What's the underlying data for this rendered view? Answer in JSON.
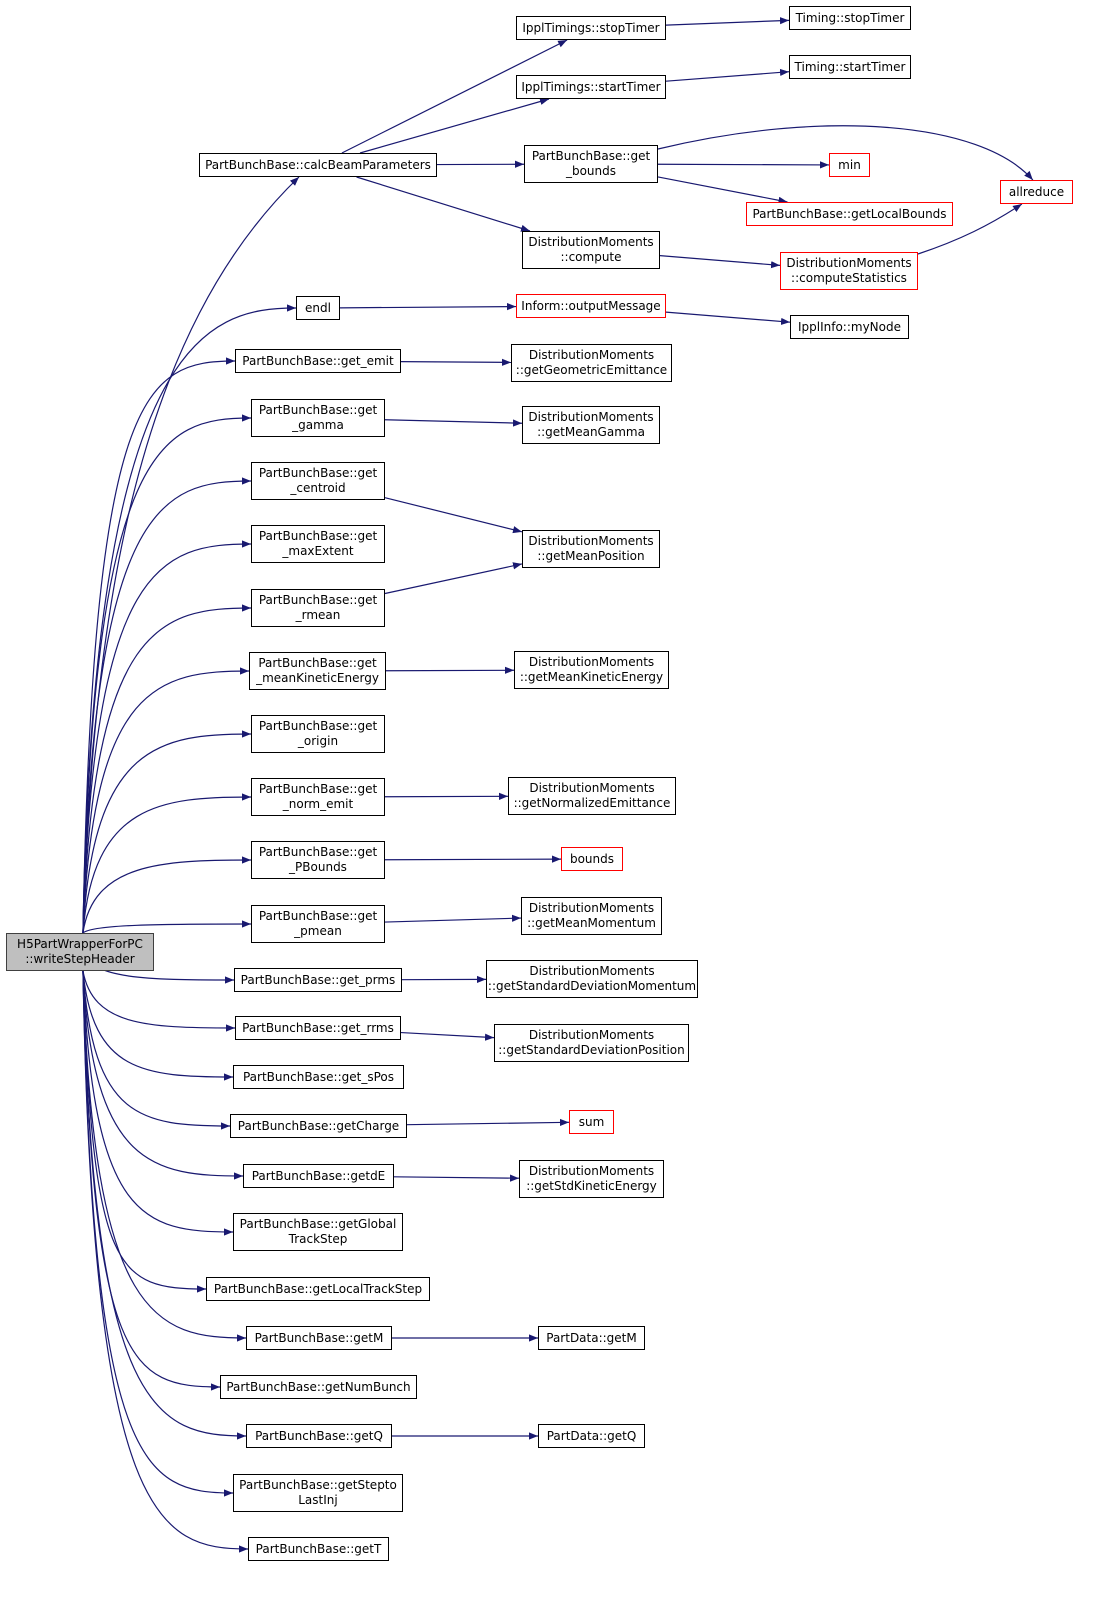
{
  "colors": {
    "edge": "#191970",
    "border": "#000000",
    "truncated_border": "#ff0000",
    "root_fill": "#bfbfbf"
  },
  "nodes": {
    "root": {
      "line1": "H5PartWrapperForPC",
      "line2": "::writeStepHeader"
    },
    "calcBeamParameters": {
      "line1": "PartBunchBase::calcBeamParameters"
    },
    "ipplStopTimer": {
      "line1": "IpplTimings::stopTimer"
    },
    "ipplStartTimer": {
      "line1": "IpplTimings::startTimer"
    },
    "timingStop": {
      "line1": "Timing::stopTimer"
    },
    "timingStart": {
      "line1": "Timing::startTimer"
    },
    "getBounds": {
      "line1": "PartBunchBase::get",
      "line2": "_bounds"
    },
    "min": {
      "line1": "min"
    },
    "allreduce": {
      "line1": "allreduce"
    },
    "getLocalBounds": {
      "line1": "PartBunchBase::getLocalBounds"
    },
    "dmCompute": {
      "line1": "DistributionMoments",
      "line2": "::compute"
    },
    "dmComputeStatistics": {
      "line1": "DistributionMoments",
      "line2": "::computeStatistics"
    },
    "endl": {
      "line1": "endl"
    },
    "outputMessage": {
      "line1": "Inform::outputMessage"
    },
    "myNode": {
      "line1": "IpplInfo::myNode"
    },
    "getEmit": {
      "line1": "PartBunchBase::get_emit"
    },
    "getGeometricEmittance": {
      "line1": "DistributionMoments",
      "line2": "::getGeometricEmittance"
    },
    "getGamma": {
      "line1": "PartBunchBase::get",
      "line2": "_gamma"
    },
    "getMeanGamma": {
      "line1": "DistributionMoments",
      "line2": "::getMeanGamma"
    },
    "getCentroid": {
      "line1": "PartBunchBase::get",
      "line2": "_centroid"
    },
    "getMeanPosition": {
      "line1": "DistributionMoments",
      "line2": "::getMeanPosition"
    },
    "getMaxExtent": {
      "line1": "PartBunchBase::get",
      "line2": "_maxExtent"
    },
    "getRmean": {
      "line1": "PartBunchBase::get",
      "line2": "_rmean"
    },
    "getMeanKineticEnergy": {
      "line1": "PartBunchBase::get",
      "line2": "_meanKineticEnergy"
    },
    "dmGetMeanKineticEnergy": {
      "line1": "DistributionMoments",
      "line2": "::getMeanKineticEnergy"
    },
    "getOrigin": {
      "line1": "PartBunchBase::get",
      "line2": "_origin"
    },
    "getNormEmit": {
      "line1": "PartBunchBase::get",
      "line2": "_norm_emit"
    },
    "getNormalizedEmittance": {
      "line1": "DistributionMoments",
      "line2": "::getNormalizedEmittance"
    },
    "getPBounds": {
      "line1": "PartBunchBase::get",
      "line2": "_PBounds"
    },
    "bounds": {
      "line1": "bounds"
    },
    "getPmean": {
      "line1": "PartBunchBase::get",
      "line2": "_pmean"
    },
    "getMeanMomentum": {
      "line1": "DistributionMoments",
      "line2": "::getMeanMomentum"
    },
    "getPrms": {
      "line1": "PartBunchBase::get_prms"
    },
    "getStdDevMomentum": {
      "line1": "DistributionMoments",
      "line2": "::getStandardDeviationMomentum"
    },
    "getRrms": {
      "line1": "PartBunchBase::get_rrms"
    },
    "getStdDevPosition": {
      "line1": "DistributionMoments",
      "line2": "::getStandardDeviationPosition"
    },
    "getSPos": {
      "line1": "PartBunchBase::get_sPos"
    },
    "getCharge": {
      "line1": "PartBunchBase::getCharge"
    },
    "sum": {
      "line1": "sum"
    },
    "getdE": {
      "line1": "PartBunchBase::getdE"
    },
    "getStdKineticEnergy": {
      "line1": "DistributionMoments",
      "line2": "::getStdKineticEnergy"
    },
    "getGlobalTrackStep": {
      "line1": "PartBunchBase::getGlobal",
      "line2": "TrackStep"
    },
    "getLocalTrackStep": {
      "line1": "PartBunchBase::getLocalTrackStep"
    },
    "getM": {
      "line1": "PartBunchBase::getM"
    },
    "partDataGetM": {
      "line1": "PartData::getM"
    },
    "getNumBunch": {
      "line1": "PartBunchBase::getNumBunch"
    },
    "getQ": {
      "line1": "PartBunchBase::getQ"
    },
    "partDataGetQ": {
      "line1": "PartData::getQ"
    },
    "getSteptoLastInj": {
      "line1": "PartBunchBase::getStepto",
      "line2": "LastInj"
    },
    "getT": {
      "line1": "PartBunchBase::getT"
    }
  },
  "edges": [
    [
      "root",
      "calcBeamParameters"
    ],
    [
      "root",
      "endl"
    ],
    [
      "root",
      "getEmit"
    ],
    [
      "root",
      "getGamma"
    ],
    [
      "root",
      "getCentroid"
    ],
    [
      "root",
      "getMaxExtent"
    ],
    [
      "root",
      "getRmean"
    ],
    [
      "root",
      "getMeanKineticEnergy"
    ],
    [
      "root",
      "getOrigin"
    ],
    [
      "root",
      "getNormEmit"
    ],
    [
      "root",
      "getPBounds"
    ],
    [
      "root",
      "getPmean"
    ],
    [
      "root",
      "getPrms"
    ],
    [
      "root",
      "getRrms"
    ],
    [
      "root",
      "getSPos"
    ],
    [
      "root",
      "getCharge"
    ],
    [
      "root",
      "getdE"
    ],
    [
      "root",
      "getGlobalTrackStep"
    ],
    [
      "root",
      "getLocalTrackStep"
    ],
    [
      "root",
      "getM"
    ],
    [
      "root",
      "getNumBunch"
    ],
    [
      "root",
      "getQ"
    ],
    [
      "root",
      "getSteptoLastInj"
    ],
    [
      "root",
      "getT"
    ],
    [
      "calcBeamParameters",
      "ipplStopTimer"
    ],
    [
      "calcBeamParameters",
      "ipplStartTimer"
    ],
    [
      "calcBeamParameters",
      "getBounds"
    ],
    [
      "calcBeamParameters",
      "dmCompute"
    ],
    [
      "ipplStopTimer",
      "timingStop"
    ],
    [
      "ipplStartTimer",
      "timingStart"
    ],
    [
      "getBounds",
      "allreduce"
    ],
    [
      "getBounds",
      "min"
    ],
    [
      "getBounds",
      "getLocalBounds"
    ],
    [
      "dmCompute",
      "dmComputeStatistics"
    ],
    [
      "dmComputeStatistics",
      "allreduce"
    ],
    [
      "endl",
      "outputMessage"
    ],
    [
      "outputMessage",
      "myNode"
    ],
    [
      "getEmit",
      "getGeometricEmittance"
    ],
    [
      "getGamma",
      "getMeanGamma"
    ],
    [
      "getCentroid",
      "getMeanPosition"
    ],
    [
      "getRmean",
      "getMeanPosition"
    ],
    [
      "getMeanKineticEnergy",
      "dmGetMeanKineticEnergy"
    ],
    [
      "getNormEmit",
      "getNormalizedEmittance"
    ],
    [
      "getPBounds",
      "bounds"
    ],
    [
      "getPmean",
      "getMeanMomentum"
    ],
    [
      "getPrms",
      "getStdDevMomentum"
    ],
    [
      "getRrms",
      "getStdDevPosition"
    ],
    [
      "getCharge",
      "sum"
    ],
    [
      "getdE",
      "getStdKineticEnergy"
    ],
    [
      "getM",
      "partDataGetM"
    ],
    [
      "getQ",
      "partDataGetQ"
    ]
  ]
}
